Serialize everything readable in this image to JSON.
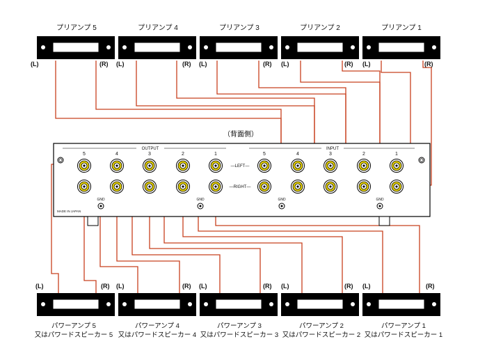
{
  "preamps": [
    {
      "label": "プリアンプ 5",
      "left": "(L)",
      "right": "(R)"
    },
    {
      "label": "プリアンプ 4",
      "left": "(L)",
      "right": "(R)"
    },
    {
      "label": "プリアンプ 3",
      "left": "(L)",
      "right": "(R)"
    },
    {
      "label": "プリアンプ 2",
      "left": "(L)",
      "right": "(R)"
    },
    {
      "label": "プリアンプ 1",
      "left": "(L)",
      "right": "(R)"
    }
  ],
  "rear_label": "（背面側）",
  "panel": {
    "output_label": "OUTPUT",
    "input_label": "INPUT",
    "output_numbers": [
      "5",
      "4",
      "3",
      "2",
      "1"
    ],
    "input_numbers": [
      "5",
      "4",
      "3",
      "2",
      "1"
    ],
    "left_label": "—LEFT—",
    "right_label": "—RIGHT—",
    "gnd_label": "GND",
    "made_in": "MADE IN JAPAN"
  },
  "poweramps": [
    {
      "label": "パワーアンプ 5",
      "sub": "又はパワードスピーカー 5",
      "left": "(L)",
      "right": "(R)"
    },
    {
      "label": "パワーアンプ 4",
      "sub": "又はパワードスピーカー 4",
      "left": "(L)",
      "right": "(R)"
    },
    {
      "label": "パワーアンプ 3",
      "sub": "又はパワードスピーカー 3",
      "left": "(L)",
      "right": "(R)"
    },
    {
      "label": "パワーアンプ 2",
      "sub": "又はパワードスピーカー 2",
      "left": "(L)",
      "right": "(R)"
    },
    {
      "label": "パワーアンプ 1",
      "sub": "又はパワードスピーカー 1",
      "left": "(L)",
      "right": "(R)"
    }
  ],
  "colors": {
    "wire": "#c8401e",
    "jack": "#e7d200",
    "unit": "#000000"
  }
}
